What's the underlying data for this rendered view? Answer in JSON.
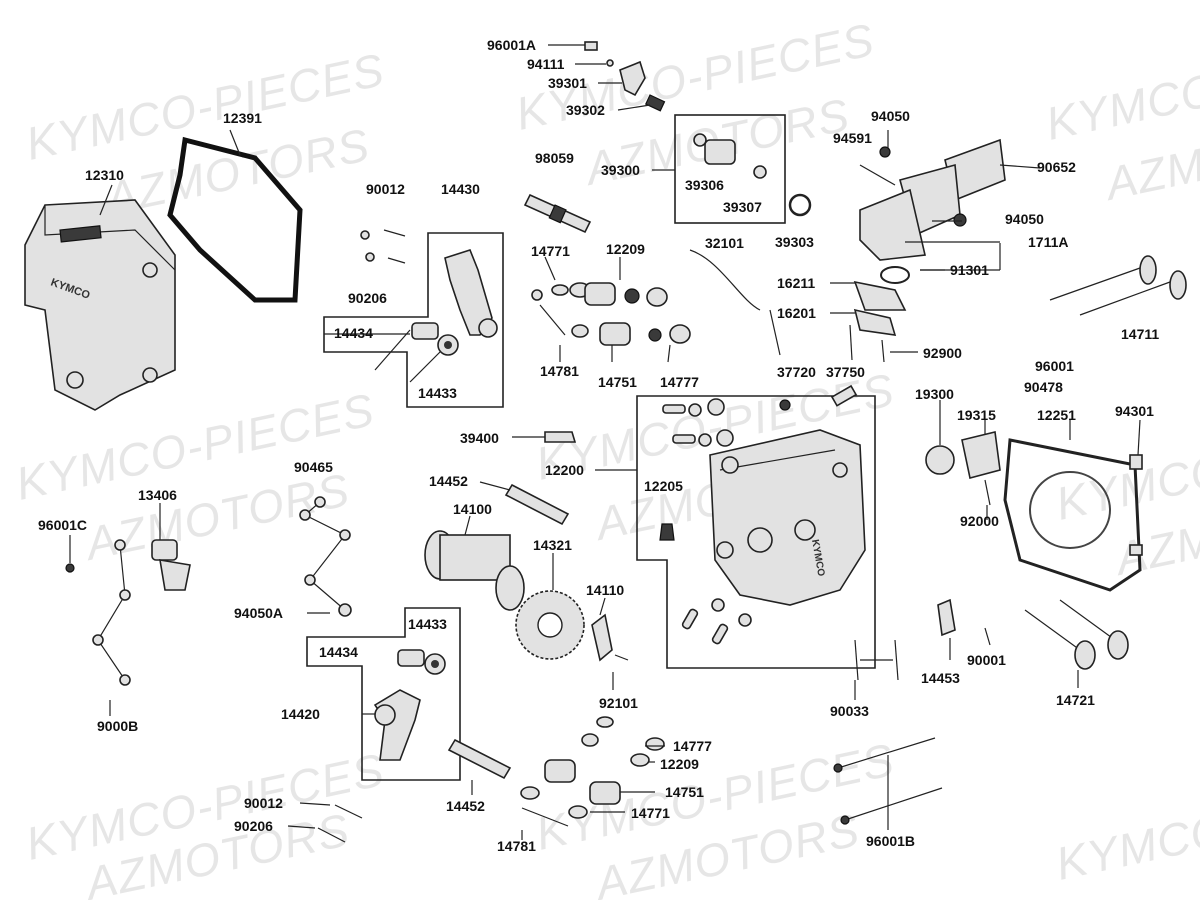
{
  "watermark": {
    "line1": "KYMCO-PIECES",
    "line2": "AZMOTORS"
  },
  "brand_on_part": "KYMCO",
  "labels": {
    "l96001A": "96001A",
    "l94111": "94111",
    "l39301": "39301",
    "l39302": "39302",
    "l98059": "98059",
    "l39300": "39300",
    "l39306": "39306",
    "l39307": "39307",
    "l94050a": "94050",
    "l94591": "94591",
    "l90652": "90652",
    "l94050b": "94050",
    "l1711A": "1711A",
    "l39303": "39303",
    "l12391": "12391",
    "l12310": "12310",
    "l90012a": "90012",
    "l14430": "14430",
    "l90206a": "90206",
    "l14434a": "14434",
    "l14433a": "14433",
    "l14771a": "14771",
    "l12209a": "12209",
    "l32101": "32101",
    "l14781a": "14781",
    "l14751a": "14751",
    "l14777a": "14777",
    "l16211": "16211",
    "l91301": "91301",
    "l16201": "16201",
    "l92900": "92900",
    "l14711": "14711",
    "l37720": "37720",
    "l37750": "37750",
    "l96001": "96001",
    "l90478": "90478",
    "l19300": "19300",
    "l19315": "19315",
    "l12251": "12251",
    "l94301": "94301",
    "l39400": "39400",
    "l14452a": "14452",
    "l12200": "12200",
    "l12205": "12205",
    "l14100": "14100",
    "l14321": "14321",
    "l90465": "90465",
    "l13406": "13406",
    "l96001C": "96001C",
    "l92000": "92000",
    "l94050A": "94050A",
    "l14110": "14110",
    "l14433b": "14433",
    "l14434b": "14434",
    "l14453": "14453",
    "l90001": "90001",
    "l9000B": "9000B",
    "l92101": "92101",
    "l14420": "14420",
    "l90033": "90033",
    "l14721": "14721",
    "l14777b": "14777",
    "l12209b": "12209",
    "l14751b": "14751",
    "l90012b": "90012",
    "l90206b": "90206",
    "l14771b": "14771",
    "l14452b": "14452",
    "l14781b": "14781",
    "l96001B": "96001B"
  }
}
